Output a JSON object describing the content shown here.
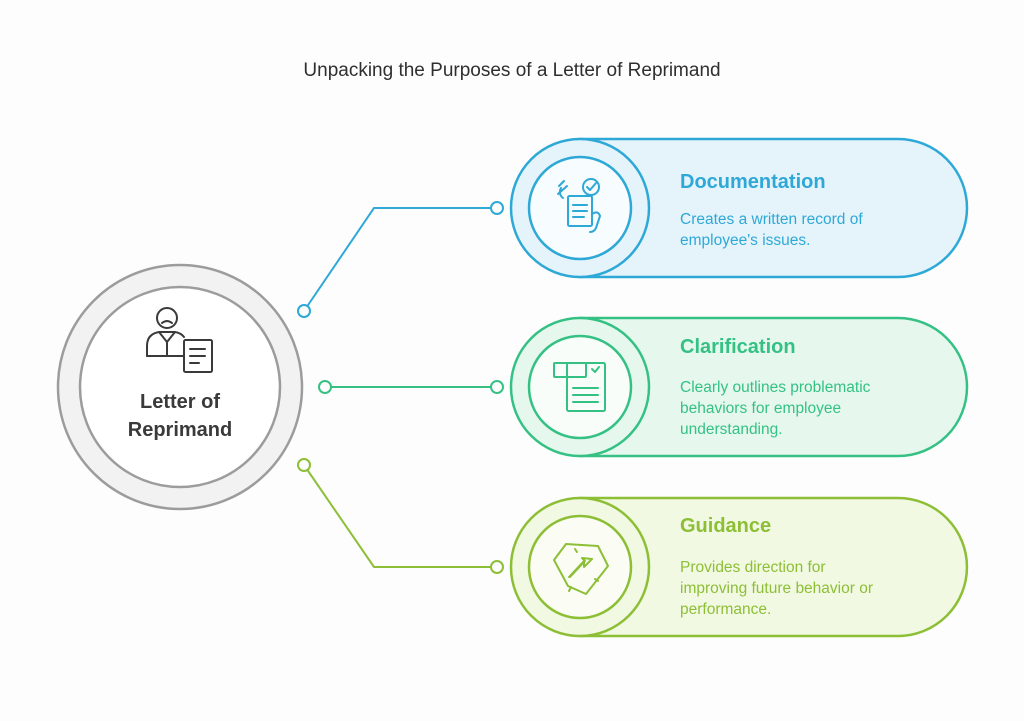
{
  "title": "Unpacking the Purposes of a Letter of Reprimand",
  "center": {
    "label_lines": [
      "Letter of",
      "Reprimand"
    ],
    "icon": "person-with-document-icon"
  },
  "purposes": [
    {
      "title": "Documentation",
      "description_lines": [
        "Creates a written record of",
        "employee's issues."
      ],
      "icon": "checklist-hands-icon",
      "accent": "#2ea8d6",
      "fill": "#e5f4fb"
    },
    {
      "title": "Clarification",
      "description_lines": [
        "Clearly outlines problematic",
        "behaviors for employee",
        "understanding."
      ],
      "icon": "form-document-icon",
      "accent": "#35c184",
      "fill": "#e6f8ee"
    },
    {
      "title": "Guidance",
      "description_lines": [
        "Provides direction for",
        "improving future behavior or",
        "performance."
      ],
      "icon": "direction-arrow-icon",
      "accent": "#8dbf36",
      "fill": "#f2f9e2"
    }
  ],
  "colors": {
    "center_ring": "#9c9c9c",
    "center_fill": "#f2f2f2"
  }
}
